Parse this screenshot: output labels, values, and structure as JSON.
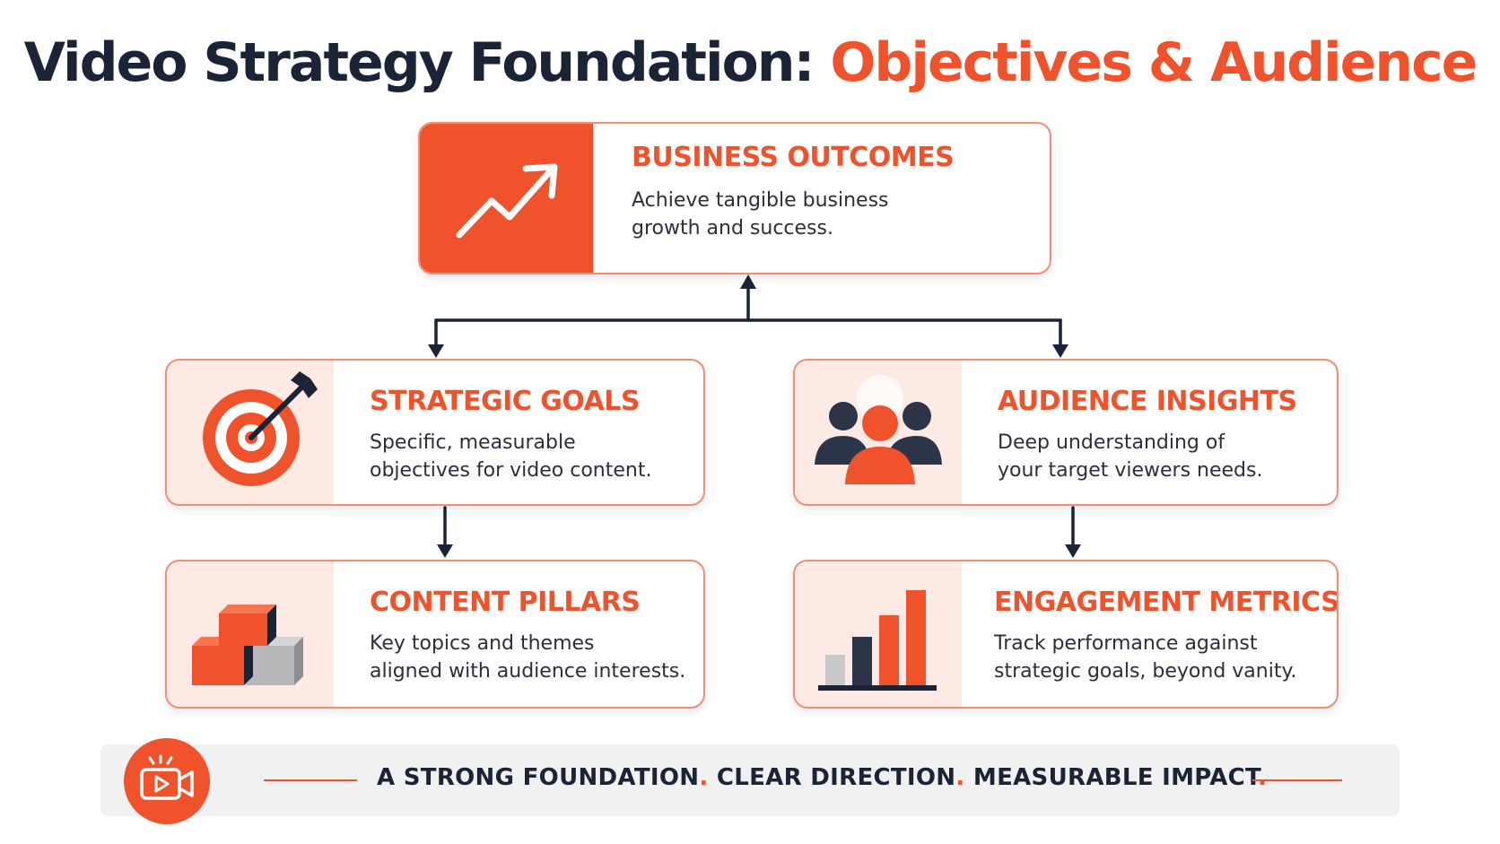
{
  "title": {
    "part1": "Video Strategy Foundation: ",
    "part2": "Objectives & Audience"
  },
  "cards": {
    "business_outcomes": {
      "title": "BUSINESS OUTCOMES",
      "description": "Achieve tangible business\ngrowth and success.",
      "icon": "trending-up-arrow-icon"
    },
    "strategic_goals": {
      "title": "STRATEGIC GOALS",
      "description": "Specific, measurable\nobjectives for video content.",
      "icon": "target-arrow-icon"
    },
    "audience_insights": {
      "title": "AUDIENCE INSIGHTS",
      "description": "Deep understanding of\nyour target viewers needs.",
      "icon": "people-group-icon"
    },
    "content_pillars": {
      "title": "CONTENT PILLARS",
      "description": "Key topics and themes\naligned with audience interests.",
      "icon": "blocks-icon"
    },
    "engagement_metrics": {
      "title": "ENGAGEMENT METRICS",
      "description": "Track performance against\nstrategic goals, beyond vanity.",
      "icon": "bar-chart-icon"
    }
  },
  "footer": {
    "phrase1": "A STRONG FOUNDATION",
    "phrase2": "CLEAR DIRECTION",
    "phrase3": "MEASURABLE IMPACT",
    "separator": ".",
    "icon": "video-camera-icon"
  },
  "colors": {
    "accent": "#f0522c",
    "navy": "#1b2336",
    "panel": "#fdeae4",
    "border": "#ec8f76"
  }
}
